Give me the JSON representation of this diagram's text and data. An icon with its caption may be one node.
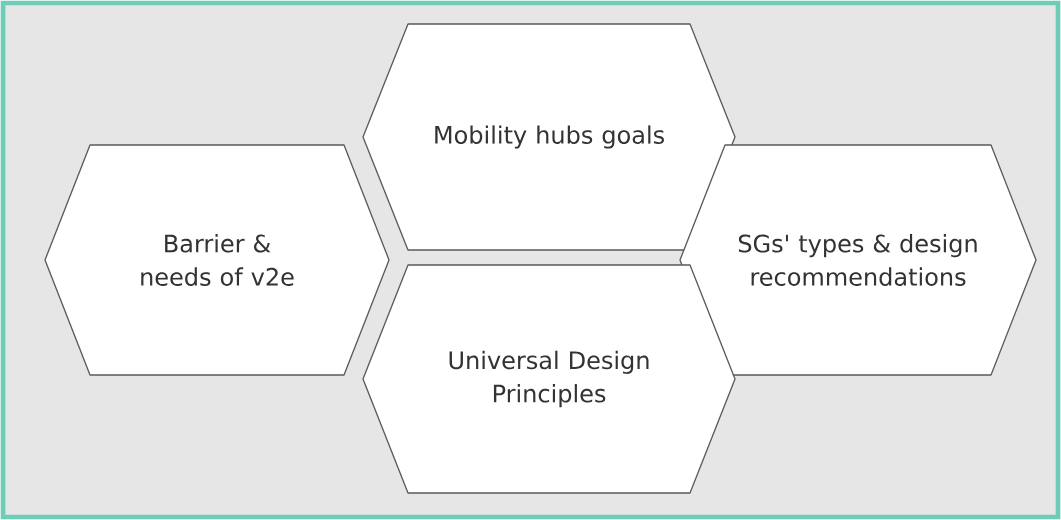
{
  "diagram": {
    "nodes": [
      {
        "text": [
          "Mobility hubs goals"
        ]
      },
      {
        "text": [
          "Barrier & needs of v2e"
        ]
      },
      {
        "text": [
          "SGs' types & design recommendations"
        ]
      },
      {
        "text": [
          "Universal Design Principles"
        ]
      }
    ]
  }
}
